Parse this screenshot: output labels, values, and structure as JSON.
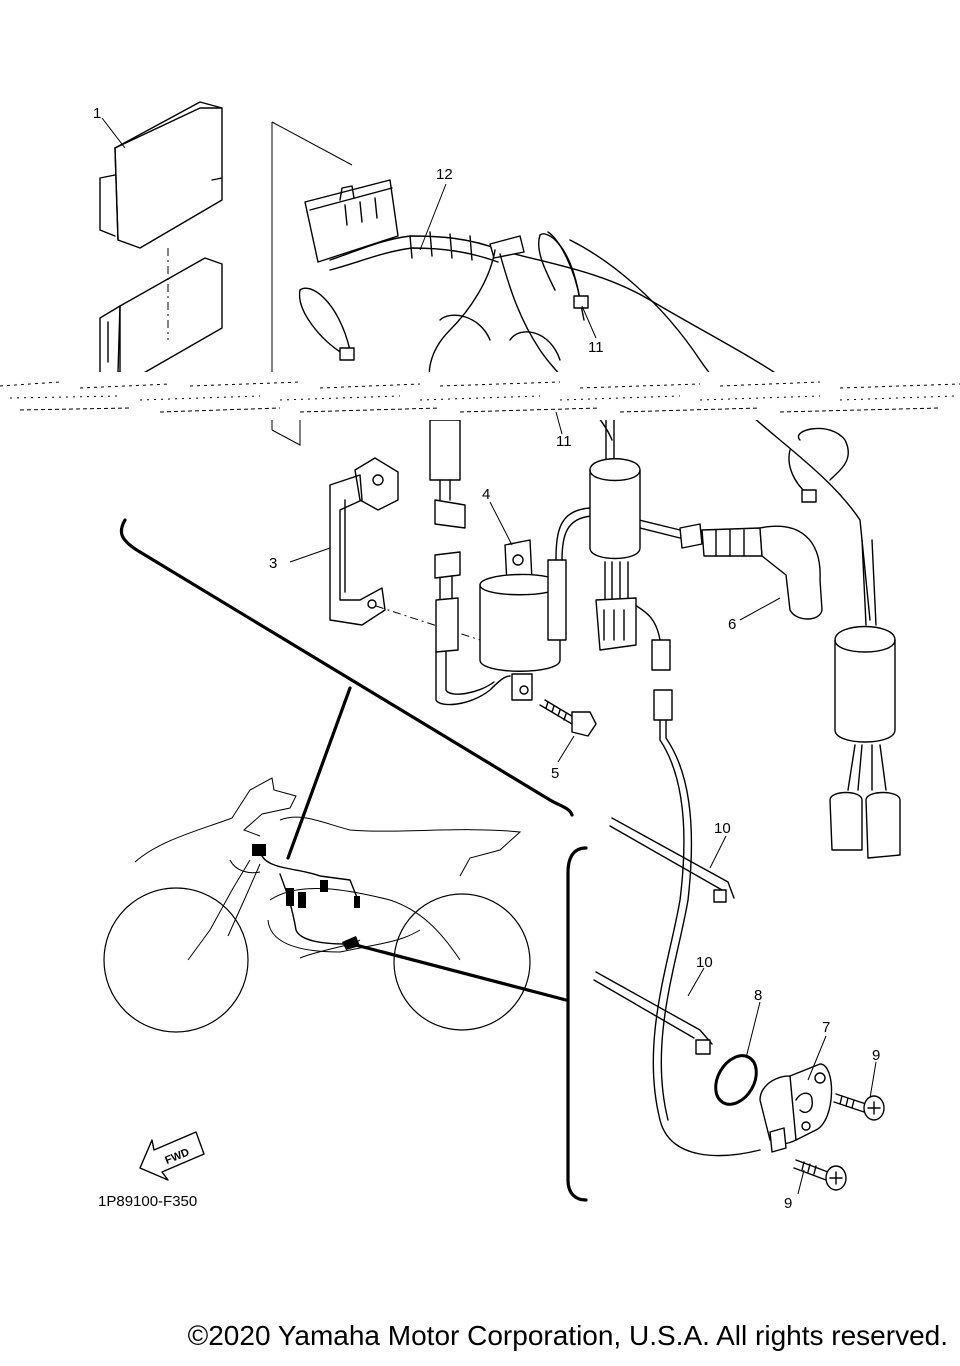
{
  "diagram": {
    "callouts": [
      "1",
      "3",
      "4",
      "5",
      "6",
      "7",
      "8",
      "9",
      "9",
      "10",
      "10",
      "11",
      "11",
      "12"
    ],
    "diagram_code": "1P89100-F350",
    "fwd_label": "FWD"
  },
  "footer": {
    "copyright": "©2020 Yamaha Motor Corporation, U.S.A. All rights reserved."
  }
}
